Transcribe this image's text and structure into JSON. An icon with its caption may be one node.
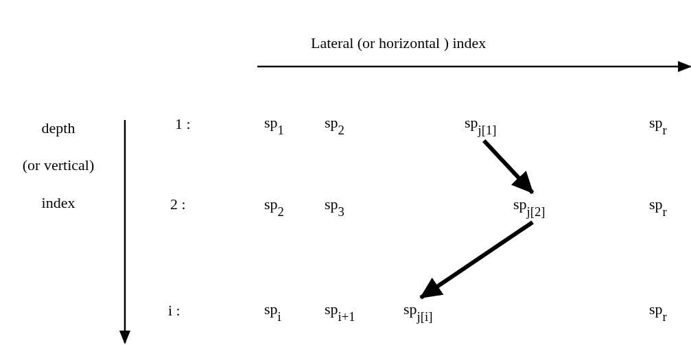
{
  "diagram": {
    "nodes": [
      {
        "text": [
          "sp$_{j[1]}$"
        ]
      },
      {
        "text": [
          "sp$_{j[2]}$"
        ]
      },
      {
        "text": [
          "sp$_{j[i]}$"
        ]
      }
    ],
    "edges": [
      {
        "from": 0,
        "to": 1,
        "arrow": "to"
      },
      {
        "from": 1,
        "to": 2,
        "arrow": "to"
      }
    ],
    "labels": [
      "Lateral (or horizontal ) index",
      "depth",
      "1 :",
      "sp$_{1}$",
      "sp$_{2}$",
      "sp$_{r}$",
      "(or vertical)",
      "2 :",
      "sp$_{2}$",
      "sp$_{3}$",
      "sp$_{r}$",
      "index",
      "i :",
      "sp$_{i}$",
      "sp$_{i+1}$",
      "sp$_{r}$"
    ]
  }
}
